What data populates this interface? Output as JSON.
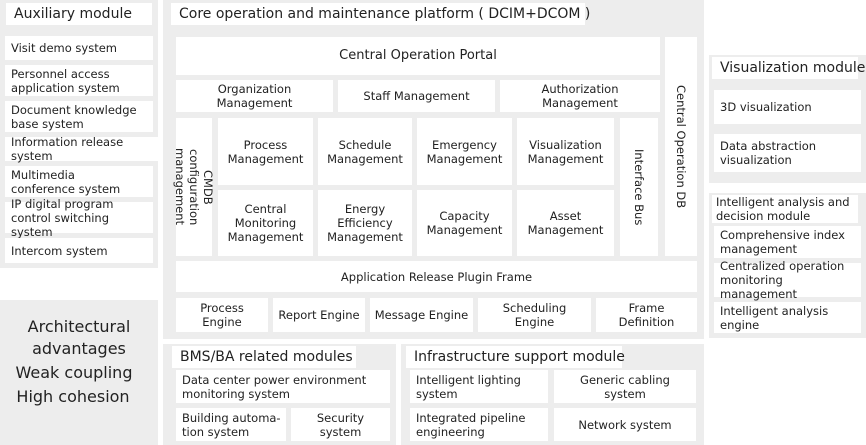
{
  "auxiliary": {
    "title": "Auxiliary module",
    "items": [
      "Visit demo system",
      "Personnel access\napplication system",
      "Document knowledge\nbase system",
      "Information release system",
      "Multimedia\nconference system",
      "IP digital program\ncontrol switching system",
      "Intercom system"
    ]
  },
  "advantages": {
    "heading": "Architectural\nadvantages",
    "line1": "Weak coupling",
    "line2": "High cohesion"
  },
  "core": {
    "title": "Core operation and maintenance platform ( DCIM+DCOM )",
    "portal": "Central Operation Portal",
    "row1": [
      "Organization Management",
      "Staff Management",
      "Authorization Management"
    ],
    "cmdb": "CMDB\nconfiguration management",
    "grid": [
      "Process\nManagement",
      "Schedule\nManagement",
      "Emergency\nManagement",
      "Visualization\nManagement",
      "Central\nMonitoring\nManagement",
      "Energy\nEfficiency\nManagement",
      "Capacity\nManagement",
      "Asset\nManagement"
    ],
    "interface_bus": "Interface Bus",
    "central_db": "Central Operation DB",
    "plugin_frame": "Application Release Plugin Frame",
    "engines": [
      "Process Engine",
      "Report Engine",
      "Message Engine",
      "Scheduling Engine",
      "Frame Definition"
    ]
  },
  "visualization": {
    "title": "Visualization module",
    "items": [
      "3D visualization",
      "Data abstraction\nvisualization"
    ]
  },
  "intelligent": {
    "title": "Intelligent analysis and\ndecision module",
    "items": [
      "Comprehensive index\nmanagement",
      "Centralized operation\nmonitoring management",
      "Intelligent analysis engine"
    ]
  },
  "bms": {
    "title": "BMS/BA related modules",
    "items": [
      "Data center power environment\nmonitoring system",
      "Building automa-\ntion system",
      "Security system"
    ]
  },
  "infra": {
    "title": "Infrastructure support module",
    "items": [
      "Intelligent lighting\nsystem",
      "Generic cabling system",
      "Integrated pipeline\nengineering",
      "Network system"
    ]
  },
  "colors": {
    "panel": "#ededed",
    "box": "#ffffff",
    "text": "#222222"
  }
}
